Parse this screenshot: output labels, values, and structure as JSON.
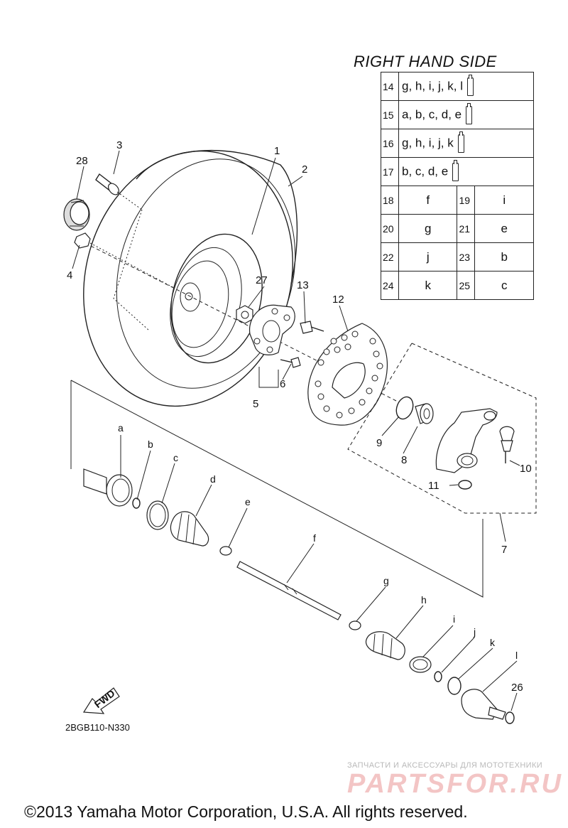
{
  "table": {
    "title": "RIGHT HAND SIDE",
    "rows_wide": [
      {
        "num": "14",
        "parts": "g, h, i, j, k, l",
        "icon": "grease-tube-icon"
      },
      {
        "num": "15",
        "parts": "a, b, c, d, e",
        "icon": "grease-tube-icon"
      },
      {
        "num": "16",
        "parts": "g, h, i, j, k",
        "icon": "grease-tube-icon"
      },
      {
        "num": "17",
        "parts": "b, c, d, e",
        "icon": "grease-tube-icon"
      }
    ],
    "rows_pairs": [
      [
        {
          "num": "18",
          "val": "f"
        },
        {
          "num": "19",
          "val": "i"
        }
      ],
      [
        {
          "num": "20",
          "val": "g"
        },
        {
          "num": "21",
          "val": "e"
        }
      ],
      [
        {
          "num": "22",
          "val": "j"
        },
        {
          "num": "23",
          "val": "b"
        }
      ],
      [
        {
          "num": "24",
          "val": "k"
        },
        {
          "num": "25",
          "val": "c"
        }
      ]
    ]
  },
  "callouts": [
    "1",
    "2",
    "3",
    "4",
    "5",
    "6",
    "7",
    "8",
    "9",
    "10",
    "11",
    "12",
    "13",
    "26",
    "27",
    "28"
  ],
  "letters": [
    "a",
    "b",
    "c",
    "d",
    "e",
    "f",
    "g",
    "h",
    "i",
    "j",
    "k",
    "l"
  ],
  "fwd_label": "FWD",
  "diagram_code": "2BGB110-N330",
  "watermark": {
    "tagline": "ЗАПЧАСТИ И АКСЕССУАРЫ ДЛЯ МОТОТЕХНИКИ",
    "logo": "PARTSFOR.RU"
  },
  "copyright": "©2013 Yamaha Motor Corporation, U.S.A. All rights reserved.",
  "colors": {
    "line": "#222222",
    "watermark_logo": "#f3c5c5",
    "watermark_text": "#b9b9b9"
  }
}
